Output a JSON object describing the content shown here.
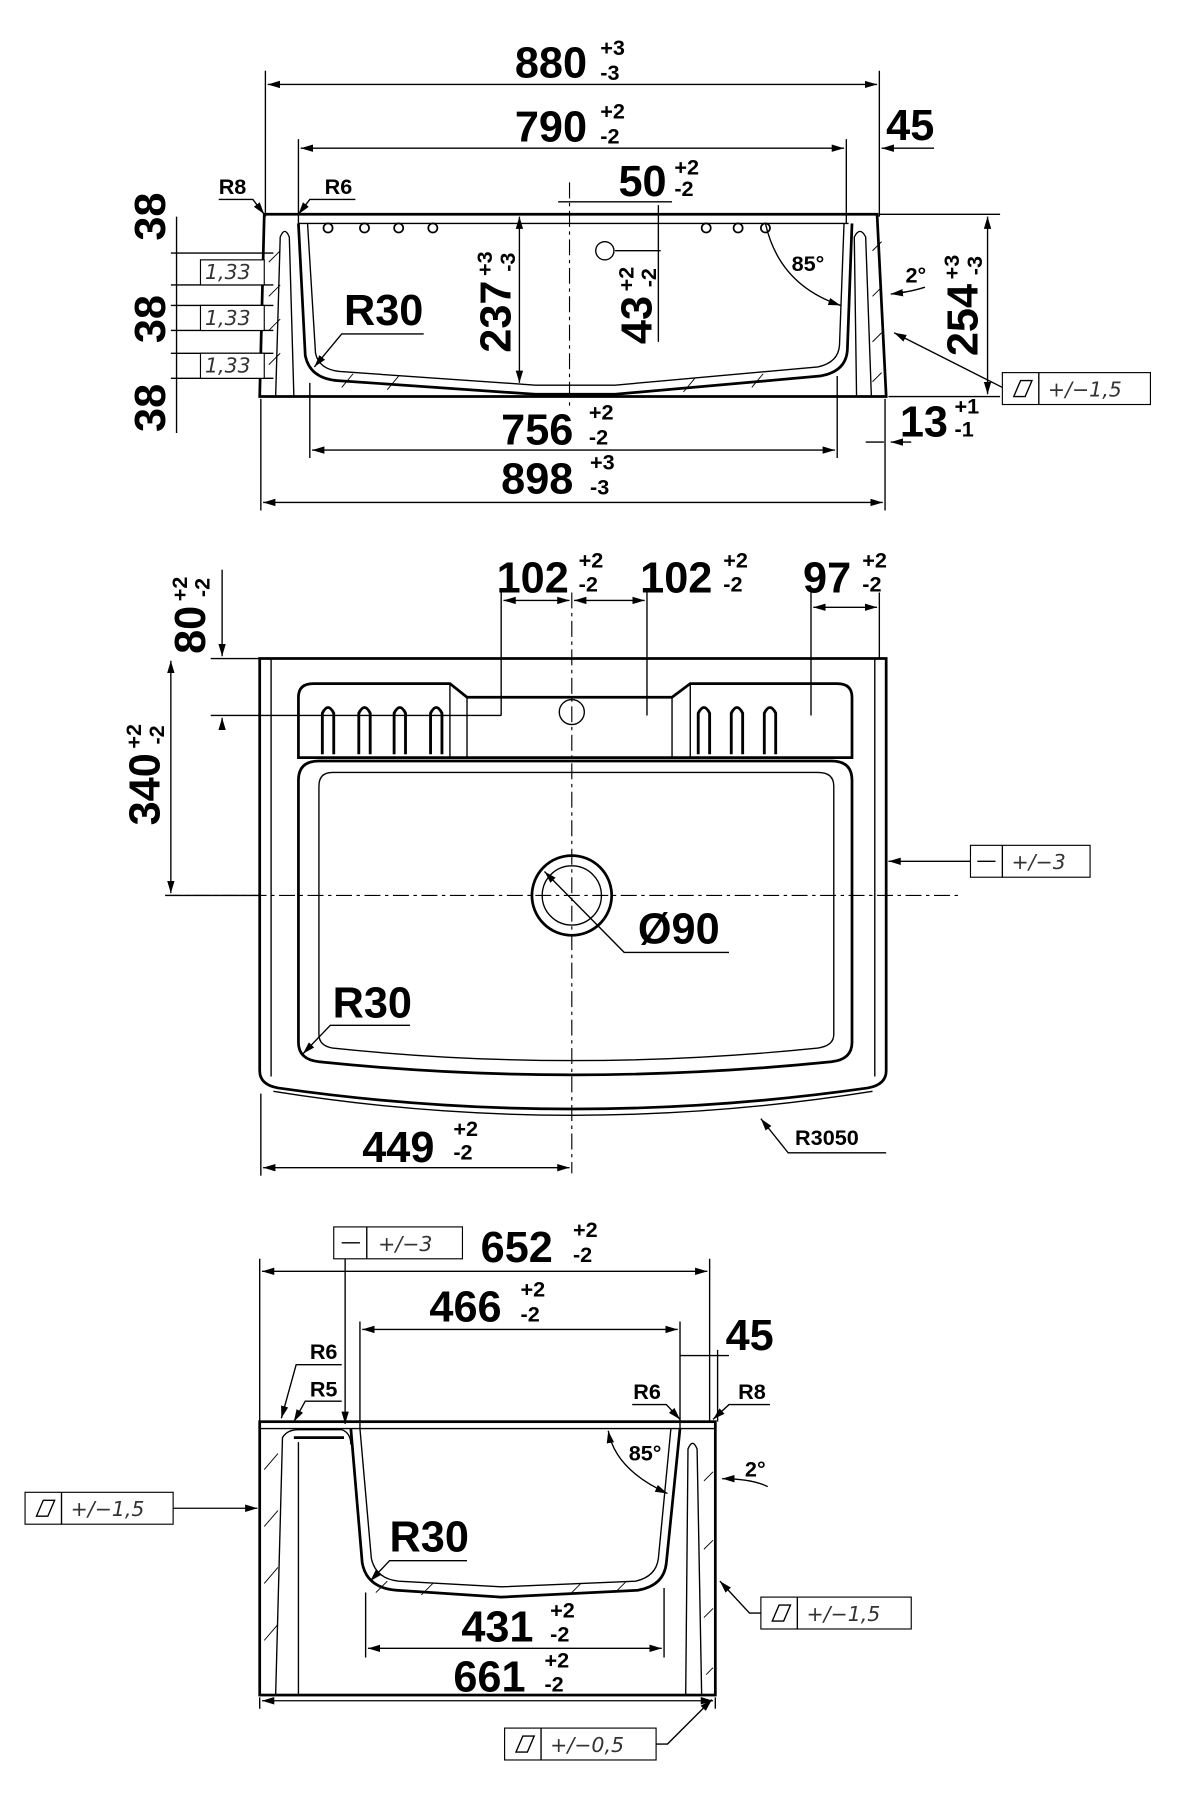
{
  "top_section": {
    "w880": {
      "value": "880",
      "plus": "+3",
      "minus": "-3"
    },
    "w790": {
      "value": "790",
      "plus": "+2",
      "minus": "-2"
    },
    "rim45": "45",
    "off50": {
      "value": "50",
      "plus": "+2",
      "minus": "-2"
    },
    "r8": "R8",
    "r6": "R6",
    "h38": [
      "38",
      "38",
      "38"
    ],
    "slope": [
      "1,33",
      "1,33",
      "1,33"
    ],
    "r30": "R30",
    "d237": {
      "value": "237",
      "plus": "+3",
      "minus": "-3"
    },
    "d43": {
      "value": "43",
      "plus": "+2",
      "minus": "-2"
    },
    "angle85": "85°",
    "angle2": "2°",
    "d254": {
      "value": "254",
      "plus": "+3",
      "minus": "-3"
    },
    "flatness": "+/−1,5",
    "d13": {
      "value": "13",
      "plus": "+1",
      "minus": "-1"
    },
    "w756": {
      "value": "756",
      "plus": "+2",
      "minus": "-2"
    },
    "w898": {
      "value": "898",
      "plus": "+3",
      "minus": "-3"
    }
  },
  "plan_view": {
    "d102a": {
      "value": "102",
      "plus": "+2",
      "minus": "-2"
    },
    "d102b": {
      "value": "102",
      "plus": "+2",
      "minus": "-2"
    },
    "d97": {
      "value": "97",
      "plus": "+2",
      "minus": "-2"
    },
    "d80": {
      "value": "80",
      "plus": "+2",
      "minus": "-2"
    },
    "d340": {
      "value": "340",
      "plus": "+2",
      "minus": "-2"
    },
    "drain": "Ø90",
    "r30": "R30",
    "d449": {
      "value": "449",
      "plus": "+2",
      "minus": "-2"
    },
    "front_radius": "R3050",
    "straightness": "+/−3"
  },
  "side_section": {
    "straightness": "+/−3",
    "d652": {
      "value": "652",
      "plus": "+2",
      "minus": "-2"
    },
    "d466": {
      "value": "466",
      "plus": "+2",
      "minus": "-2"
    },
    "rim45": "45",
    "r6a": "R6",
    "r5": "R5",
    "r6b": "R6",
    "r8": "R8",
    "angle85": "85°",
    "angle2": "2°",
    "flat_left": "+/−1,5",
    "r30": "R30",
    "flat_right": "+/−1,5",
    "d431": {
      "value": "431",
      "plus": "+2",
      "minus": "-2"
    },
    "d661": {
      "value": "661",
      "plus": "+2",
      "minus": "-2"
    },
    "flat_bottom": "+/−0,5"
  }
}
